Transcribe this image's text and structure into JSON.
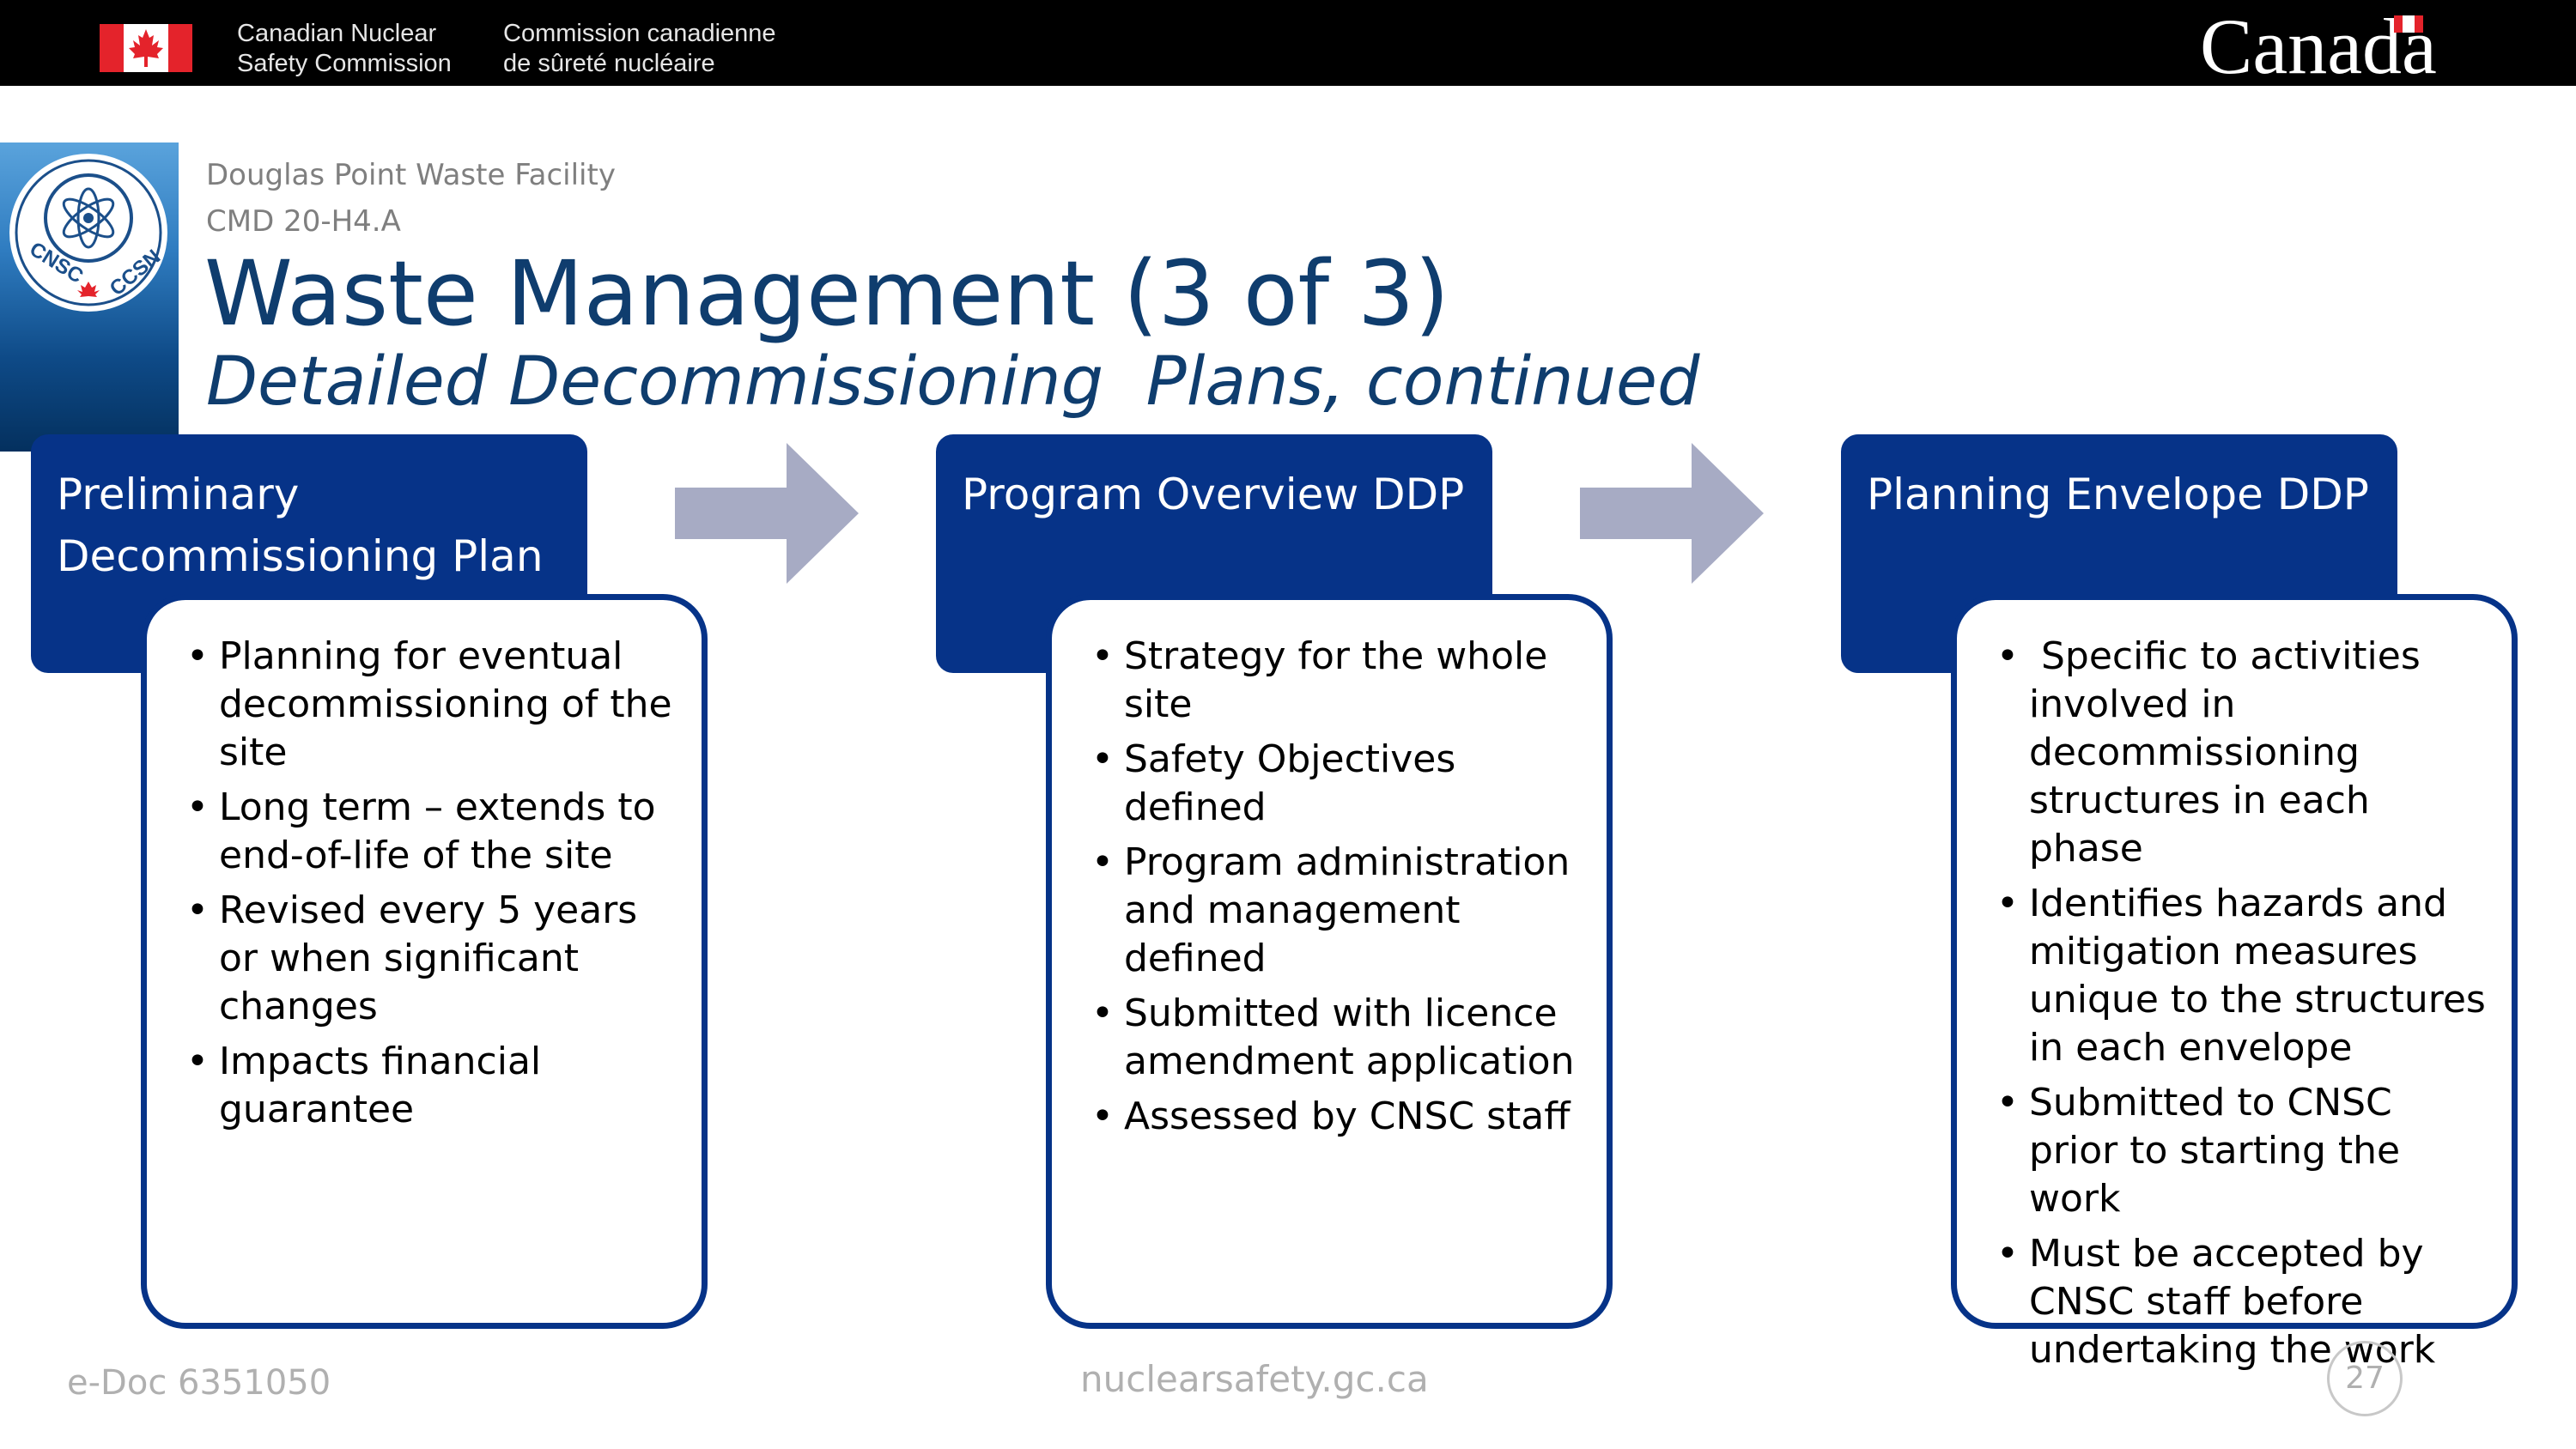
{
  "banner": {
    "org_en": "Canadian Nuclear\nSafety Commission",
    "org_fr": "Commission canadienne\nde sûreté nucléaire",
    "wordmark": "Canada"
  },
  "logo": {
    "text_left": "CNSC",
    "text_right": "CCSN"
  },
  "header": {
    "facility": "Douglas Point Waste Facility",
    "cmd": "CMD 20-H4.A",
    "title": "Waste Management (3 of 3)",
    "subtitle": "Detailed Decommissioning  Plans, continued"
  },
  "stages": [
    {
      "title": "Preliminary Decommissioning Plan",
      "bullets": [
        "Planning for eventual decommissioning of the site",
        "Long term – extends to end-of-life of the site",
        "Revised every 5 years or when significant changes",
        "Impacts financial guarantee"
      ]
    },
    {
      "title": "Program Overview DDP",
      "bullets": [
        "Strategy for the whole site",
        "Safety Objectives defined",
        "Program administration and management defined",
        "Submitted with licence amendment application",
        "Assessed by CNSC staff"
      ]
    },
    {
      "title": "Planning Envelope DDP",
      "bullets": [
        " Specific to activities involved in decommissioning structures in each phase",
        "Identifies hazards and mitigation measures unique to the structures in each envelope",
        "Submitted to CNSC prior to starting the work",
        "Must be accepted by CNSC staff before undertaking the work"
      ]
    }
  ],
  "colors": {
    "accent": "#063388",
    "title": "#0f3d6e",
    "arrow": "#a7abc4",
    "banner": "#000000"
  },
  "footer": {
    "edoc": "e-Doc 6351050",
    "site": "nuclearsafety.gc.ca",
    "page": "27"
  }
}
